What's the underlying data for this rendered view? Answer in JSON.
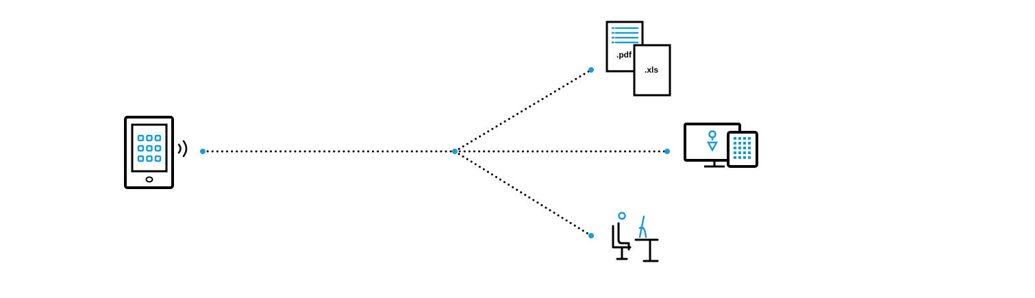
{
  "colors": {
    "accent": "#1a9ad6",
    "ink": "#000000",
    "background": "#ffffff"
  },
  "nodes": {
    "source": {
      "icon": "tablet-icon",
      "signal_icon": "wireless-signal-icon"
    },
    "documents": {
      "icon": "documents-icon",
      "file1_label": ".pdf",
      "file2_label": ".xls"
    },
    "devices": {
      "icon": "desktop-and-tablet-icon",
      "sub_icons": [
        "monitor-icon",
        "person-icon",
        "tablet-icon"
      ]
    },
    "workplace": {
      "icon": "person-at-desk-icon"
    }
  },
  "connections": [
    {
      "from": "source",
      "to": "hub",
      "style": "dotted"
    },
    {
      "from": "hub",
      "to": "documents",
      "style": "dotted"
    },
    {
      "from": "hub",
      "to": "devices",
      "style": "dotted"
    },
    {
      "from": "hub",
      "to": "workplace",
      "style": "dotted"
    }
  ]
}
